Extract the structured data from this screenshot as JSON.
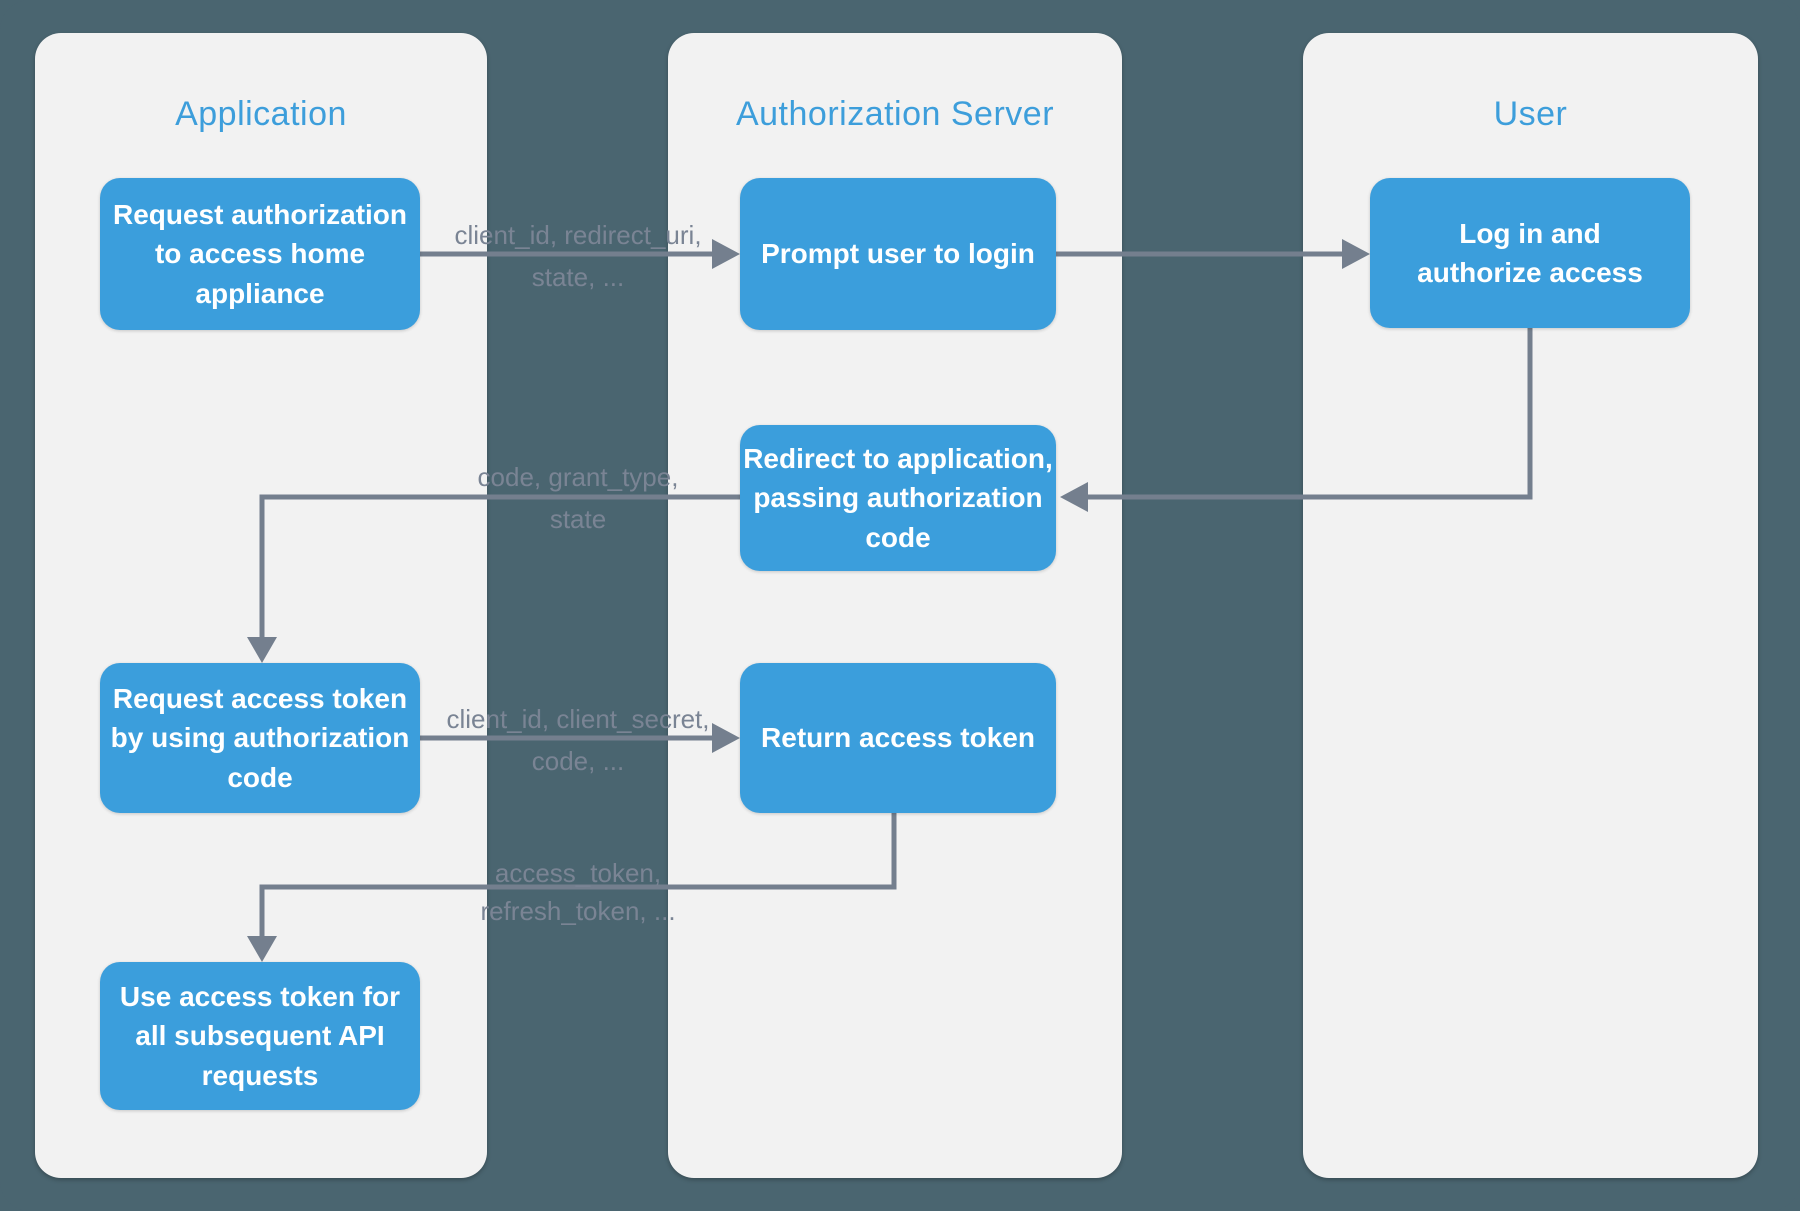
{
  "palette": {
    "background": "#4a6570",
    "lane_background": "#f2f2f2",
    "node_fill": "#3b9edc",
    "node_text": "#ffffff",
    "lane_title": "#3d9edb",
    "connector": "#747f8e",
    "edge_label_text": "#7a8494"
  },
  "lanes": [
    {
      "title": "Application"
    },
    {
      "title": "Authorization Server"
    },
    {
      "title": "User"
    }
  ],
  "nodes": [
    {
      "label": "Request authorization\nto access home\nappliance"
    },
    {
      "label": "Prompt user to login"
    },
    {
      "label": "Log in and\nauthorize access"
    },
    {
      "label": "Redirect to application,\npassing authorization\ncode"
    },
    {
      "label": "Request access token\nby using authorization\ncode"
    },
    {
      "label": "Return access token"
    },
    {
      "label": "Use access token for\nall subsequent API\nrequests"
    }
  ],
  "edge_labels": [
    {
      "line1": "client_id, redirect_uri,",
      "line2": "state, ..."
    },
    {
      "line1": "code, grant_type,",
      "line2": "state"
    },
    {
      "line1": "client_id, client_secret,",
      "line2": "code, ..."
    },
    {
      "line1": "access_token,",
      "line2": "refresh_token, ..."
    }
  ]
}
